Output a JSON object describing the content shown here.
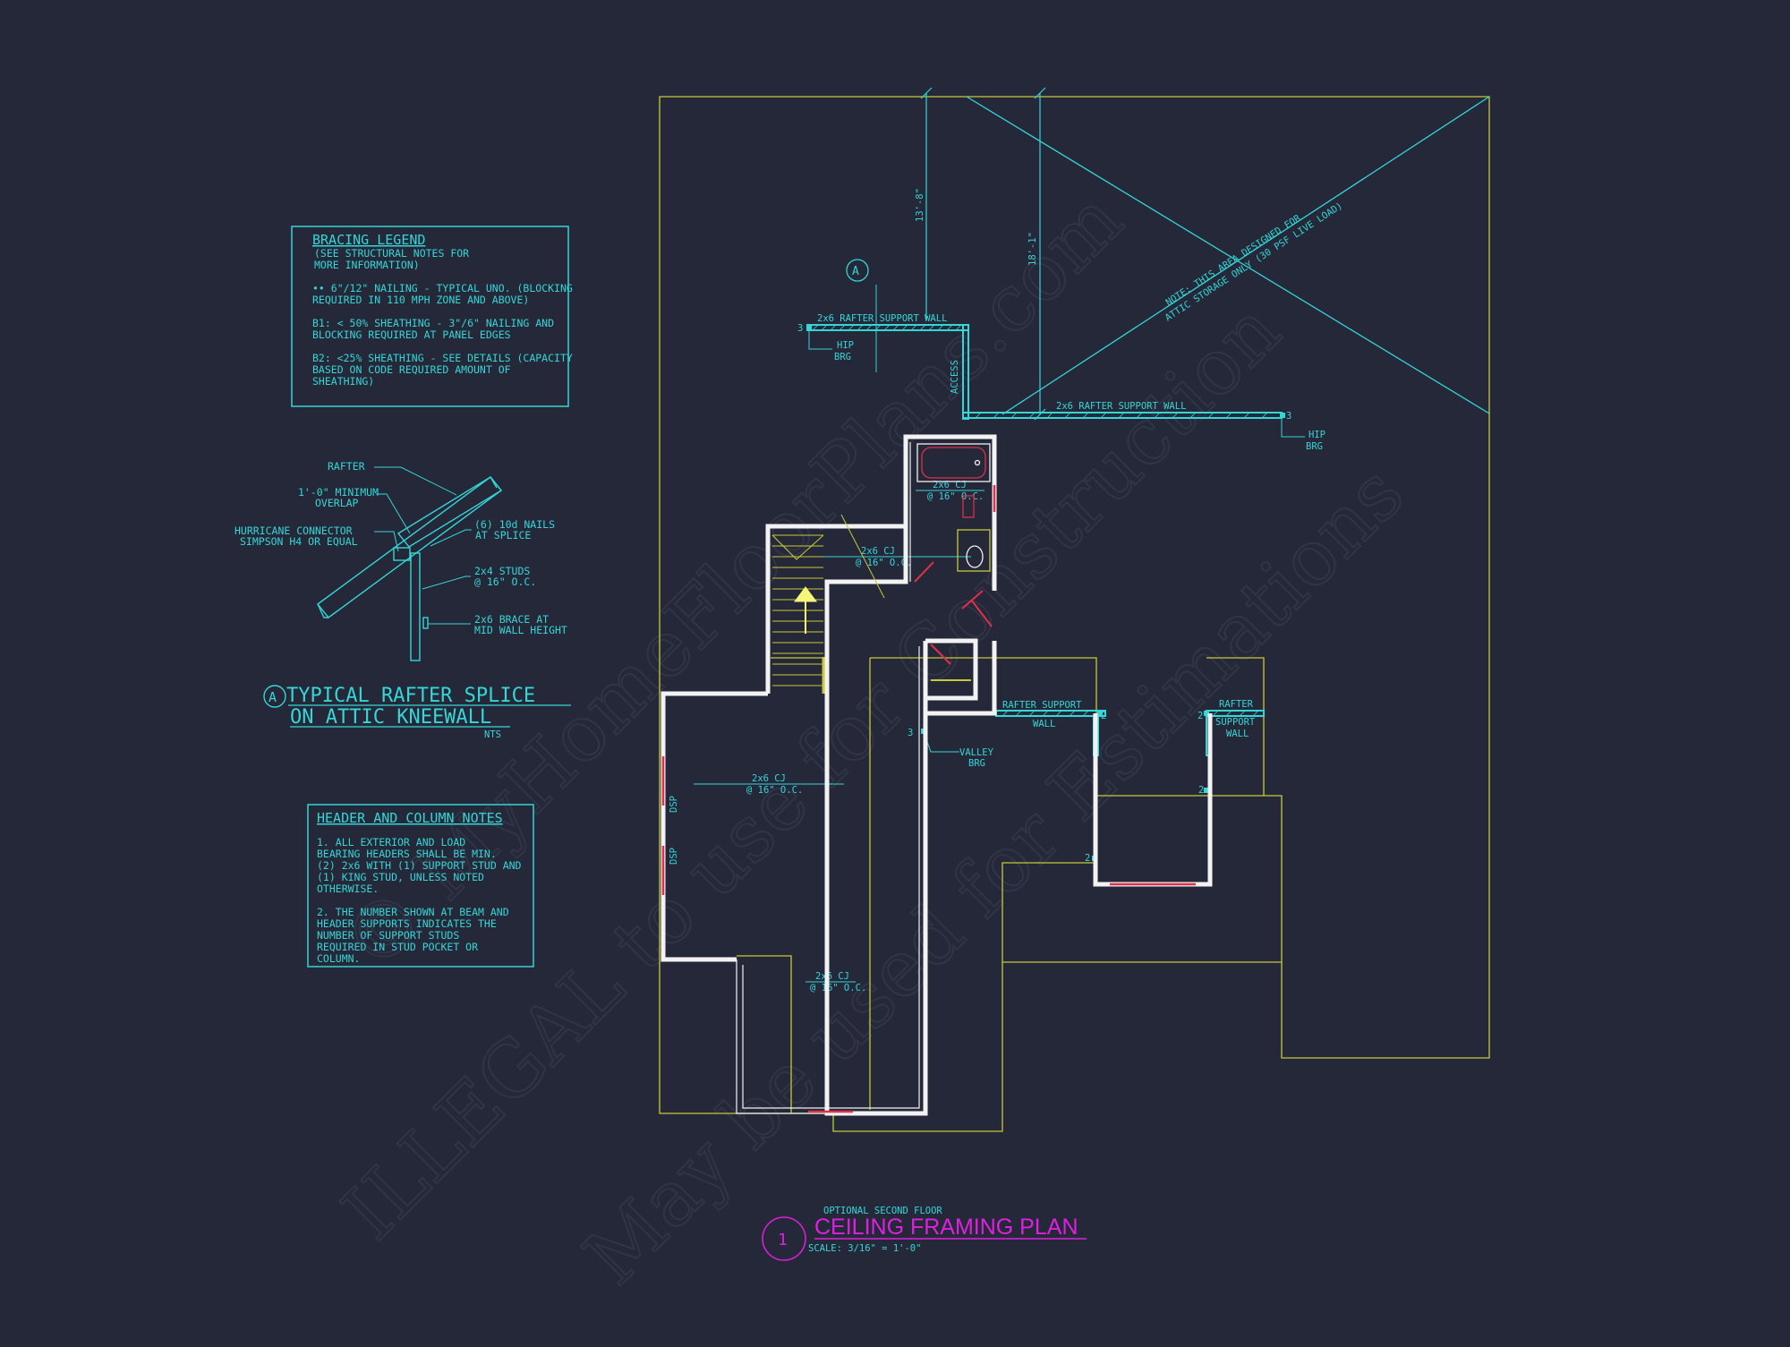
{
  "watermark": {
    "line1": "© MyHomeFloorPlans.com",
    "line2": "ILLEGAL to use for Construction",
    "line3": "May be used for Estimations"
  },
  "bracing_legend": {
    "title": "BRACING LEGEND",
    "subtitle": [
      "(SEE STRUCTURAL NOTES FOR",
      "MORE INFORMATION)"
    ],
    "item1": [
      "•• 6\"/12\" NAILING - TYPICAL UNO. (BLOCKING",
      "REQUIRED IN 110 MPH ZONE AND ABOVE)"
    ],
    "item2": [
      "B1: < 50% SHEATHING - 3\"/6\" NAILING AND",
      "BLOCKING REQUIRED AT PANEL EDGES"
    ],
    "item3": [
      "B2: <25% SHEATHING - SEE DETAILS (CAPACITY",
      "BASED ON CODE REQUIRED AMOUNT OF",
      "SHEATHING)"
    ]
  },
  "rafter_detail": {
    "rafter": "RAFTER",
    "min_overlap": [
      "1'-0\" MINIMUM",
      "OVERLAP"
    ],
    "connector": [
      "HURRICANE CONNECTOR",
      "SIMPSON H4 OR EQUAL"
    ],
    "nails": [
      "(6) 10d NAILS",
      "AT SPLICE"
    ],
    "studs": [
      "2x4 STUDS",
      "@ 16\" O.C."
    ],
    "brace": [
      "2x6 BRACE AT",
      "MID WALL HEIGHT"
    ],
    "marker": "A",
    "title_line1": "TYPICAL RAFTER SPLICE",
    "title_line2": "ON ATTIC KNEEWALL",
    "scale": "NTS"
  },
  "header_notes": {
    "title": "HEADER AND COLUMN NOTES",
    "note1": [
      "1. ALL EXTERIOR AND LOAD",
      "BEARING HEADERS SHALL BE MIN.",
      "(2) 2x6 WITH (1) SUPPORT STUD AND",
      "(1) KING STUD, UNLESS NOTED",
      "OTHERWISE."
    ],
    "note2": [
      "2. THE NUMBER SHOWN AT BEAM AND",
      "HEADER SUPPORTS INDICATES THE",
      "NUMBER OF SUPPORT STUDS",
      "REQUIRED IN STUD POCKET OR",
      "COLUMN."
    ]
  },
  "plan_labels": {
    "detail_marker": "A",
    "rafter_wall_top": "2x6 RAFTER SUPPORT WALL",
    "rafter_wall_mid": "2x6 RAFTER SUPPORT WALL",
    "hip_brg": [
      "HIP",
      "BRG"
    ],
    "hip_brg_right": [
      "HIP",
      "BRG"
    ],
    "access": "ACCESS",
    "dim_left": "13'-8\"",
    "dim_right": "18'-1\"",
    "attic_note": [
      "NOTE: THIS AREA DESIGNED FOR",
      "ATTIC STORAGE ONLY (30 PSF LIVE LOAD)"
    ],
    "cj_bath": [
      "2x6 CJ",
      "@ 16\" O.C."
    ],
    "cj_stair": [
      "2x6 CJ",
      "@ 16\" O.C."
    ],
    "cj_main": [
      "2x6 CJ",
      "@ 16\" O.C."
    ],
    "cj_bottom": [
      "2x6 CJ",
      "@ 16\" O.C."
    ],
    "rafter_support_wall": [
      "RAFTER SUPPORT",
      "WALL"
    ],
    "rafter_support_wall_right": [
      "RAFTER",
      "SUPPORT",
      "WALL"
    ],
    "valley_brg": [
      "VALLEY",
      "BRG"
    ],
    "dsp_upper": "DSP",
    "dsp_lower": "DSP",
    "num3": "3",
    "num2": "2"
  },
  "title_block": {
    "subtitle": "OPTIONAL SECOND FLOOR",
    "title": "CEILING FRAMING PLAN",
    "number": "1",
    "scale": "SCALE: 3/16\" = 1'-0\""
  },
  "colors": {
    "background": "#252839",
    "cyan": "#34d6d6",
    "yellow": "#c8c83c",
    "white": "#f2f2f2",
    "red": "#e0304a",
    "magenta": "#e020e0"
  }
}
